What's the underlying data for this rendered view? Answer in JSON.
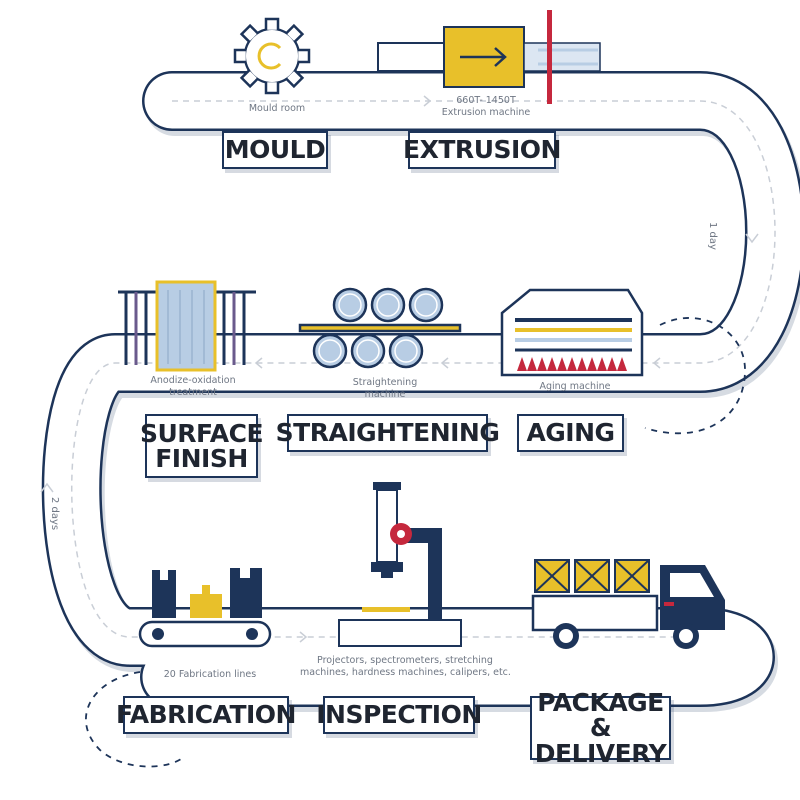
{
  "colors": {
    "navy": "#1d3459",
    "gold": "#e8c02a",
    "red": "#c5283d",
    "steel_blue": "#b8cde4",
    "road": "#ffffff",
    "dash": "#c9ced6",
    "text_gray": "#6f7784"
  },
  "stages": [
    {
      "id": "mould",
      "title": "MOULD",
      "caption": "Mould room",
      "icon": "gear-icon"
    },
    {
      "id": "extrusion",
      "title": "EXTRUSION",
      "caption_line1": "660T- 1450T",
      "caption_line2": "Extrusion machine",
      "icon": "extrusion-press-icon"
    },
    {
      "id": "aging",
      "title": "AGING",
      "caption": "Aging machine",
      "icon": "aging-oven-icon"
    },
    {
      "id": "straightening",
      "title": "STRAIGHTENING",
      "caption_line1": "Straightening",
      "caption_line2": "machine",
      "icon": "rollers-icon"
    },
    {
      "id": "surface_finish",
      "title": "SURFACE\nFINISH",
      "caption_line1": "Anodize-oxidation",
      "caption_line2": "treatment",
      "icon": "anodizing-tank-icon"
    },
    {
      "id": "fabrication",
      "title": "FABRICATION",
      "caption": "20 Fabrication lines",
      "icon": "conveyor-icon"
    },
    {
      "id": "inspection",
      "title": "INSPECTION",
      "caption_line1": "Projectors, spectrometers, stretching",
      "caption_line2": "machines, hardness machines, calipers, etc.",
      "icon": "microscope-icon"
    },
    {
      "id": "package",
      "title": "PACKAGE &\nDELIVERY",
      "caption": "",
      "icon": "truck-icon"
    }
  ],
  "durations": {
    "one_day": "1 day",
    "two_days": "2 days"
  }
}
